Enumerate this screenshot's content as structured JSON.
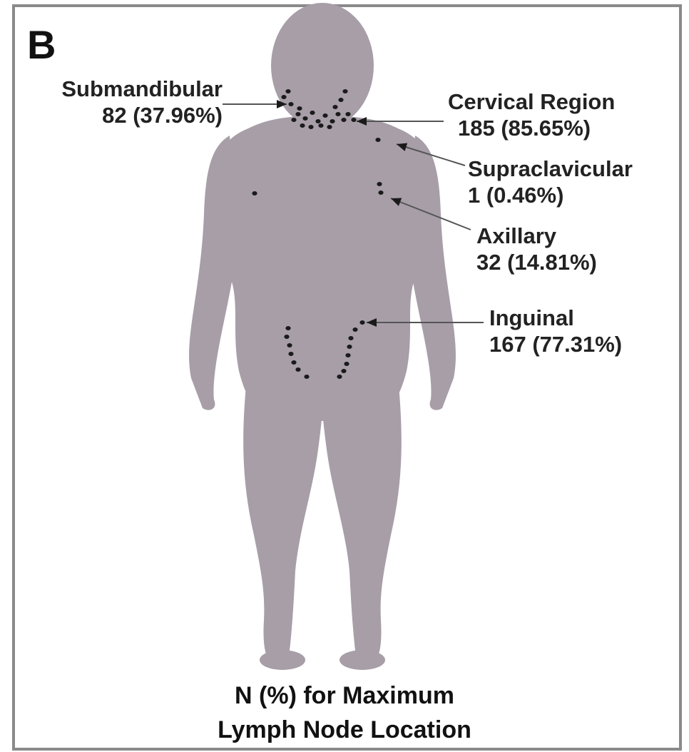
{
  "panel_letter": "B",
  "caption": {
    "line1": "N (%) for Maximum",
    "line2": "Lymph Node Location"
  },
  "colors": {
    "body": "#a79ea8",
    "node": "#1a1a1a",
    "leader": "#555555",
    "frame": "#8a8a8a"
  },
  "regions": [
    {
      "id": "submandibular",
      "name": "Submandibular",
      "value": "82 (37.96%)"
    },
    {
      "id": "cervical",
      "name": "Cervical Region",
      "value": "185 (85.65%)"
    },
    {
      "id": "supraclavicular",
      "name": "Supraclavicular",
      "value": "1 (0.46%)"
    },
    {
      "id": "axillary",
      "name": "Axillary",
      "value": "32 (14.81%)"
    },
    {
      "id": "inguinal",
      "name": "Inguinal",
      "value": "167 (77.31%)"
    }
  ]
}
